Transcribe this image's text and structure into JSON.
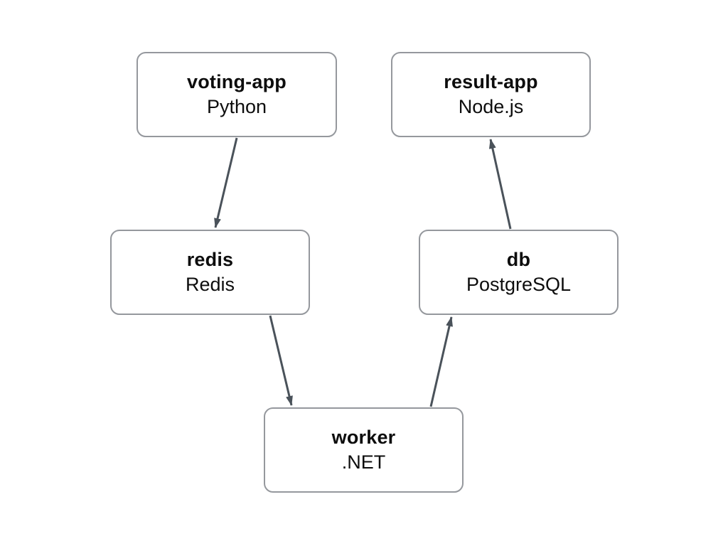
{
  "diagram": {
    "nodes": [
      {
        "id": "voting-app",
        "name": "voting-app",
        "tech": "Python"
      },
      {
        "id": "result-app",
        "name": "result-app",
        "tech": "Node.js"
      },
      {
        "id": "redis",
        "name": "redis",
        "tech": "Redis"
      },
      {
        "id": "db",
        "name": "db",
        "tech": "PostgreSQL"
      },
      {
        "id": "worker",
        "name": "worker",
        "tech": ".NET"
      }
    ],
    "edges": [
      {
        "from": "voting-app",
        "to": "redis"
      },
      {
        "from": "redis",
        "to": "worker"
      },
      {
        "from": "worker",
        "to": "db"
      },
      {
        "from": "db",
        "to": "result-app"
      }
    ],
    "colors": {
      "node_border": "#95989d",
      "node_fill": "#ffffff",
      "arrow": "#4a525a",
      "text": "#0d0d0d",
      "background": "#ffffff"
    }
  }
}
